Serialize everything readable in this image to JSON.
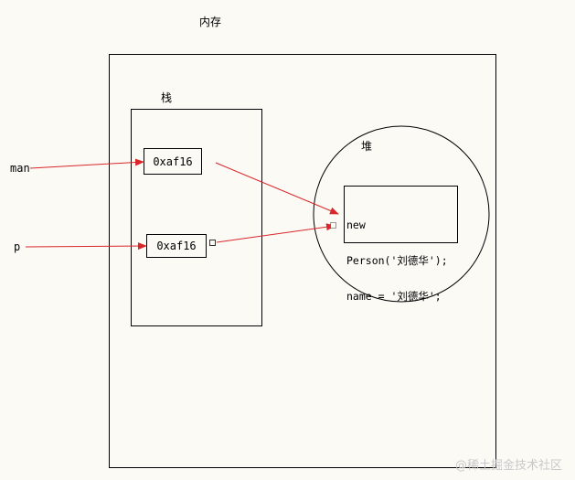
{
  "title": "内存",
  "stack": {
    "label": "栈",
    "cells": [
      "0xaf16",
      "0xaf16"
    ]
  },
  "heap": {
    "label": "堆",
    "object_lines": [
      "new",
      "Person('刘德华');",
      "name = '刘德华';"
    ]
  },
  "variables": [
    "man",
    "p"
  ],
  "colors": {
    "arrow": "#d9262b",
    "line": "#000000",
    "background": "#fbfaf5"
  },
  "watermark": "@稀土掘金技术社区"
}
